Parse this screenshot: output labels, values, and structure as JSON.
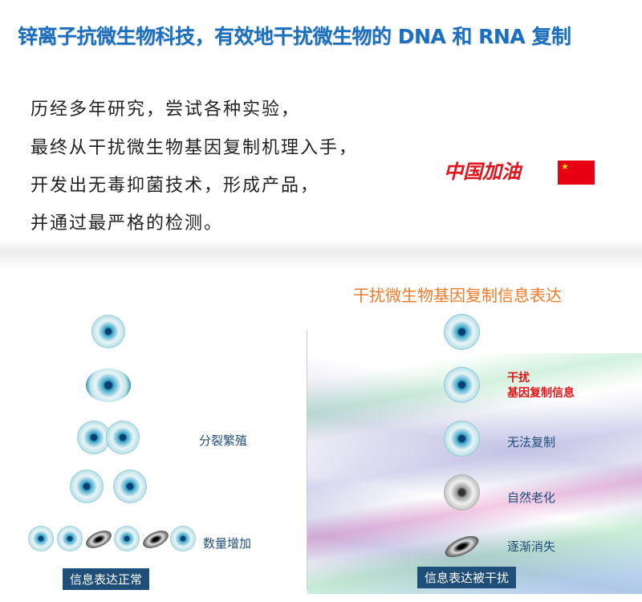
{
  "title": "锌离子抗微生物科技，有效地干扰微生物的 DNA 和 RNA 复制",
  "paragraph": [
    "历经多年研究，尝试各种实验，",
    "最终从干扰微生物基因复制机理入手，",
    "开发出无毒抑菌技术，形成产品，",
    "并通过最严格的检测。"
  ],
  "slogan": "中国加油",
  "left": {
    "label_divide": "分裂繁殖",
    "label_increase": "数量增加",
    "badge": "信息表达正常"
  },
  "right": {
    "title": "干扰微生物基因复制信息表达",
    "label_interfere_1": "干扰",
    "label_interfere_2": "基因复制信息",
    "label_no_copy": "无法复制",
    "label_aging": "自然老化",
    "label_vanish": "逐渐消失",
    "badge": "信息表达被干扰"
  },
  "colors": {
    "title": "#1a6fc0",
    "orange": "#f07a28",
    "red": "#e0141a",
    "navy": "#1f4e79"
  }
}
